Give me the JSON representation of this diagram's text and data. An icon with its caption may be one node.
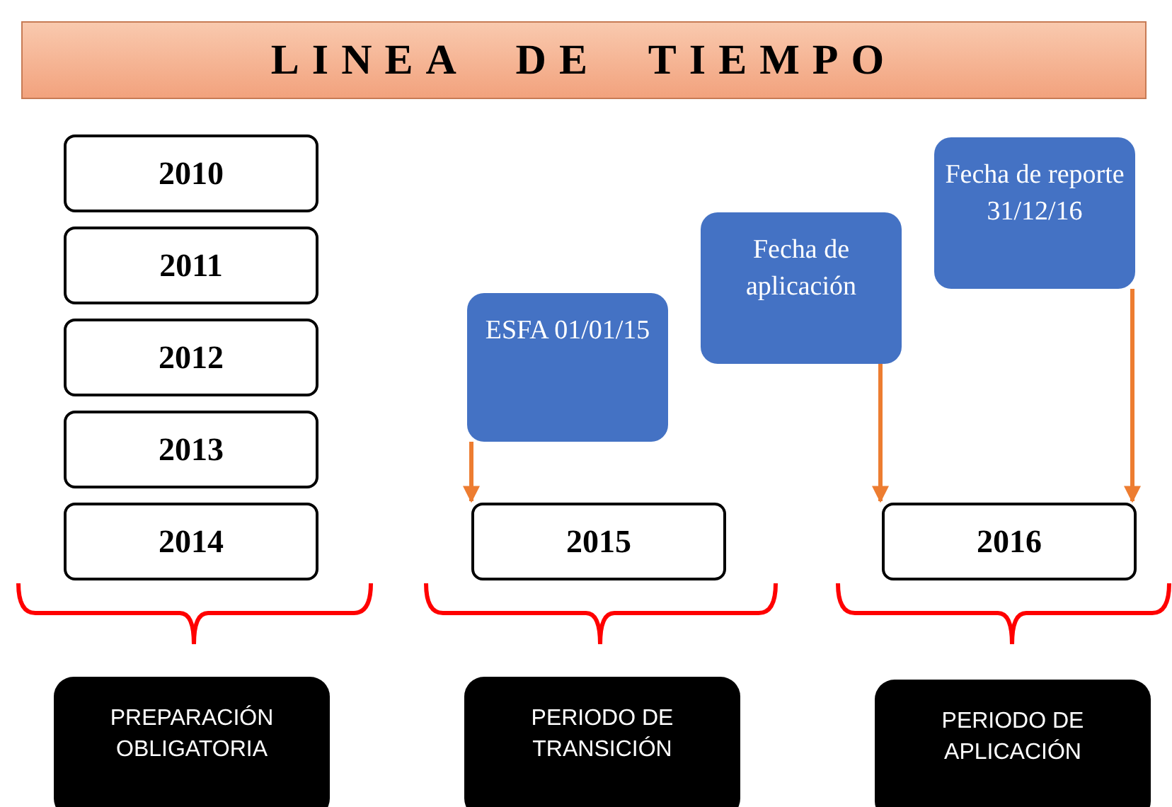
{
  "diagram": {
    "title": "LINEA DE TIEMPO",
    "nodes": [
      {
        "text": [
          "2010"
        ]
      },
      {
        "text": [
          "2011"
        ]
      },
      {
        "text": [
          "2012"
        ]
      },
      {
        "text": [
          "2013"
        ]
      },
      {
        "text": [
          "2014"
        ]
      },
      {
        "text": [
          "ESFA 01/01/15"
        ]
      },
      {
        "text": [
          "2015"
        ]
      },
      {
        "text": [
          "Fecha de aplicación"
        ]
      },
      {
        "text": [
          "Fecha de reporte 31/12/16"
        ]
      },
      {
        "text": [
          "2016"
        ]
      },
      {
        "text": [
          "PREPARACIÓN OBLIGATORIA"
        ]
      },
      {
        "text": [
          "PERIODO DE TRANSICIÓN"
        ]
      },
      {
        "text": [
          "PERIODO DE APLICACIÓN"
        ]
      }
    ],
    "edges": [
      {
        "from": 5,
        "to": 6,
        "arrow": "to",
        "color": "#ed7d31"
      },
      {
        "from": 7,
        "to": 9,
        "arrow": "to",
        "color": "#ed7d31"
      },
      {
        "from": 8,
        "to": 9,
        "arrow": "to",
        "color": "#ed7d31"
      }
    ]
  }
}
